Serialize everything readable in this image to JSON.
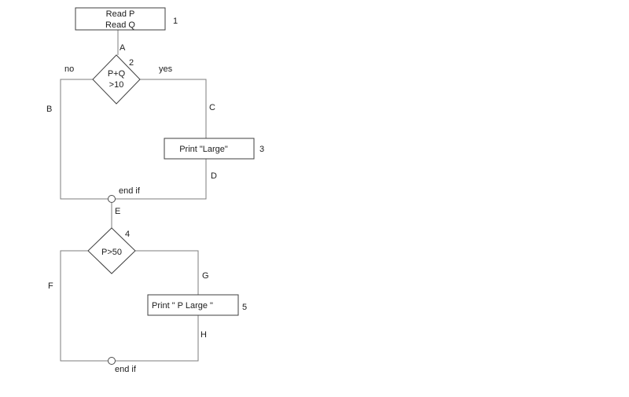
{
  "diagram": {
    "title_hint": "flowchart of two nested if statements",
    "colors": {
      "background": "#ffffff",
      "connector": "#7d7d7d",
      "shape_border": "#3f3f3f",
      "text": "#1c1c1c"
    },
    "nodes": [
      {
        "id": "1",
        "type": "process",
        "line1": "Read P",
        "line2": "Read Q",
        "number": "1"
      },
      {
        "id": "2",
        "type": "decision",
        "line1": "P+Q",
        "line2": ">10",
        "number": "2"
      },
      {
        "id": "3",
        "type": "process",
        "line1": "Print \"Large\"",
        "number": "3"
      },
      {
        "id": "4",
        "type": "decision",
        "line1": "P>50",
        "number": "4"
      },
      {
        "id": "5",
        "type": "process",
        "line1": "Print \" P Large \"",
        "number": "5"
      }
    ],
    "branches": {
      "no": "no",
      "yes": "yes"
    },
    "edges": {
      "a": "A",
      "b": "B",
      "c": "C",
      "d": "D",
      "e": "E",
      "f": "F",
      "g": "G",
      "h": "H"
    },
    "junctions": {
      "endif1": "end if",
      "endif2": "end if"
    }
  }
}
